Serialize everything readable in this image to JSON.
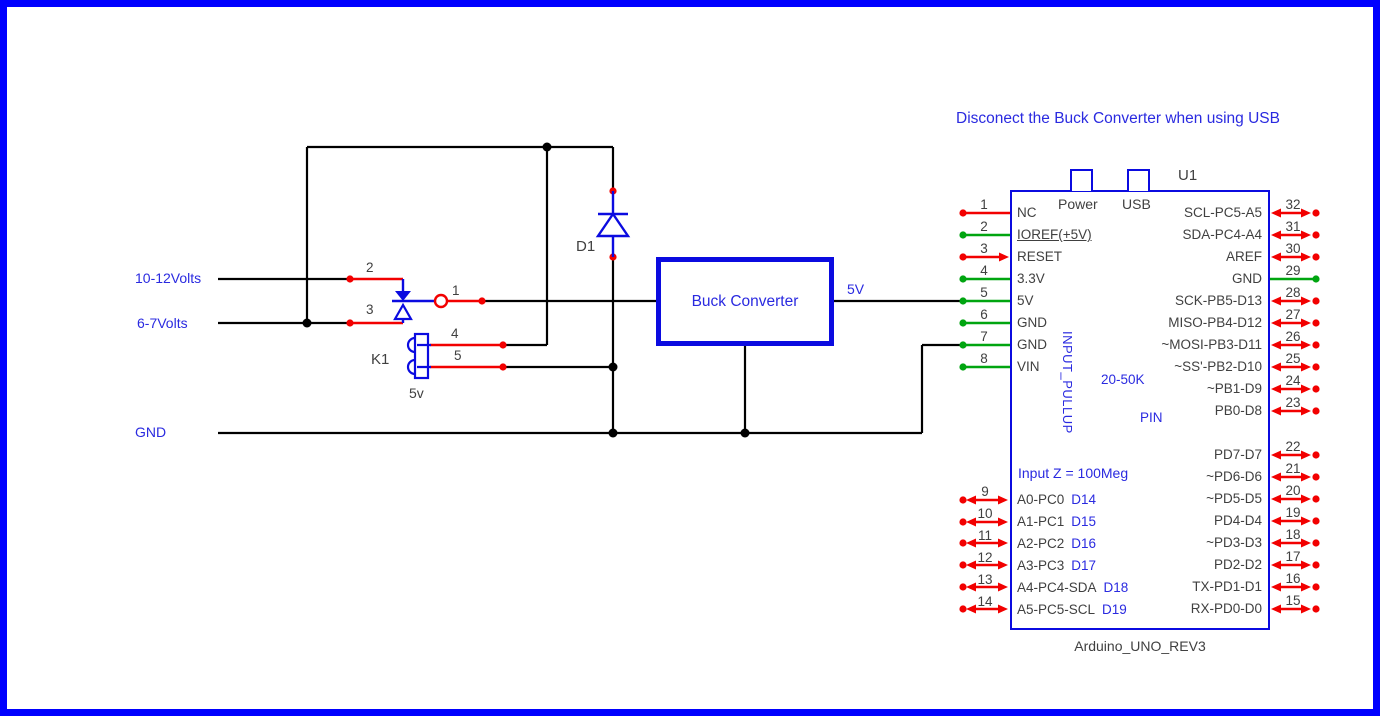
{
  "note": "Disconect the Buck Converter when using USB",
  "colors": {
    "frame": "#0000ff",
    "wire_blue": "#0b0be0",
    "wire_red": "#f20000",
    "wire_green": "#00a510",
    "wire_black": "#000000",
    "text_blue": "#2a2ae0",
    "text_gray": "#404040"
  },
  "inputs": {
    "v_high": "10-12Volts",
    "v_low": "6-7Volts",
    "gnd": "GND"
  },
  "relay": {
    "designator": "K1",
    "coil_voltage": "5v",
    "pin_common": "1",
    "pin_nc": "2",
    "pin_no": "3",
    "pin_coil_a": "4",
    "pin_coil_b": "5"
  },
  "diode": {
    "designator": "D1"
  },
  "buck": {
    "name": "Buck Converter",
    "output_label": "5V"
  },
  "arduino": {
    "designator": "U1",
    "name": "Arduino_UNO_REV3",
    "power_tab": "Power",
    "usb_tab": "USB",
    "input_z": "Input Z = 100Meg",
    "pullup_label": "INPUT_PULLUP",
    "pullup_value": "20-50K",
    "pullup_pin": "PIN",
    "left_pins": [
      {
        "num": "1",
        "label": "NC"
      },
      {
        "num": "2",
        "label": "IOREF(+5V)"
      },
      {
        "num": "3",
        "label": "RESET"
      },
      {
        "num": "4",
        "label": "3.3V"
      },
      {
        "num": "5",
        "label": "5V"
      },
      {
        "num": "6",
        "label": "GND"
      },
      {
        "num": "7",
        "label": "GND"
      },
      {
        "num": "8",
        "label": "VIN"
      }
    ],
    "analog_pins": [
      {
        "num": "9",
        "label": "A0-PC0",
        "dlabel": "D14"
      },
      {
        "num": "10",
        "label": "A1-PC1",
        "dlabel": "D15"
      },
      {
        "num": "11",
        "label": "A2-PC2",
        "dlabel": "D16"
      },
      {
        "num": "12",
        "label": "A3-PC3",
        "dlabel": "D17"
      },
      {
        "num": "13",
        "label": "A4-PC4-SDA",
        "dlabel": "D18"
      },
      {
        "num": "14",
        "label": "A5-PC5-SCL",
        "dlabel": "D19"
      }
    ],
    "right_pins": [
      {
        "num": "32",
        "label": "SCL-PC5-A5"
      },
      {
        "num": "31",
        "label": "SDA-PC4-A4"
      },
      {
        "num": "30",
        "label": "AREF"
      },
      {
        "num": "29",
        "label": "GND"
      },
      {
        "num": "28",
        "label": "SCK-PB5-D13"
      },
      {
        "num": "27",
        "label": "MISO-PB4-D12"
      },
      {
        "num": "26",
        "label": "~MOSI-PB3-D11"
      },
      {
        "num": "25",
        "label": "~SS'-PB2-D10"
      },
      {
        "num": "24",
        "label": "~PB1-D9"
      },
      {
        "num": "23",
        "label": "PB0-D8"
      },
      {
        "num": "22",
        "label": "PD7-D7"
      },
      {
        "num": "21",
        "label": "~PD6-D6"
      },
      {
        "num": "20",
        "label": "~PD5-D5"
      },
      {
        "num": "19",
        "label": "PD4-D4"
      },
      {
        "num": "18",
        "label": "~PD3-D3"
      },
      {
        "num": "17",
        "label": "PD2-D2"
      },
      {
        "num": "16",
        "label": "TX-PD1-D1"
      },
      {
        "num": "15",
        "label": "RX-PD0-D0"
      }
    ]
  }
}
